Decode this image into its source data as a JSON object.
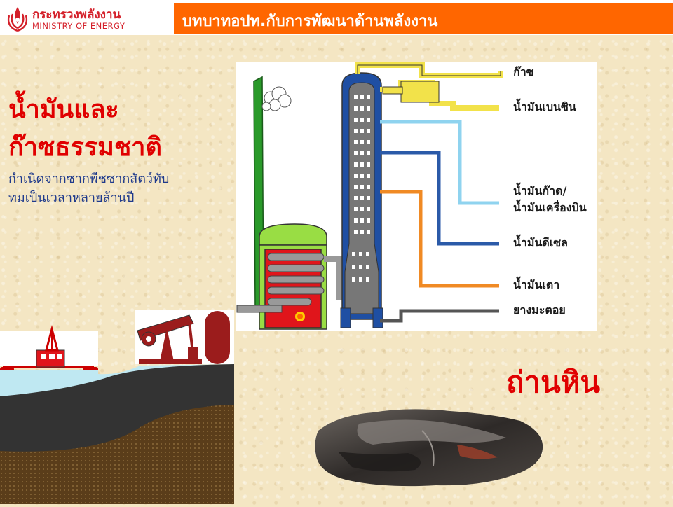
{
  "header": {
    "logo_thai": "กระทรวงพลังงาน",
    "logo_english": "MINISTRY OF ENERGY",
    "title": "บทบาทอปท.กับการพัฒนาด้านพลังงาน"
  },
  "oil_gas": {
    "heading_lines": [
      "น้ำมันและ",
      "ก๊าซธรรมชาติ"
    ],
    "description_lines": [
      "กำเนิดจากซากพืชซากสัตว์ทับ",
      "ทมเป็นเวลาหลายล้านปี"
    ]
  },
  "refinery": {
    "products": [
      {
        "label": "ก๊าซ",
        "color": "#f2e24a"
      },
      {
        "label": "น้ำมันเบนซิน",
        "color": "#f2e24a"
      },
      {
        "label": "น้ำมันก๊าด/",
        "label2": "น้ำมันเครื่องบิน",
        "color": "#8fd3ef"
      },
      {
        "label": "น้ำมันดีเซล",
        "color": "#2b5aa8"
      },
      {
        "label": "น้ำมันเตา",
        "color": "#f08a24"
      },
      {
        "label": "ยางมะตอย",
        "color": "#555555"
      }
    ],
    "colors": {
      "column": "#1f4fa3",
      "chimney": "#2a9a2a",
      "furnace_top": "#99dd44",
      "furnace": "#e0151b",
      "pipe": "#888888"
    }
  },
  "coal": {
    "heading": "ถ่านหิน"
  },
  "colors": {
    "accent": "#ff6600",
    "heading_red": "#e00000",
    "desc_blue": "#1f3a8c"
  }
}
